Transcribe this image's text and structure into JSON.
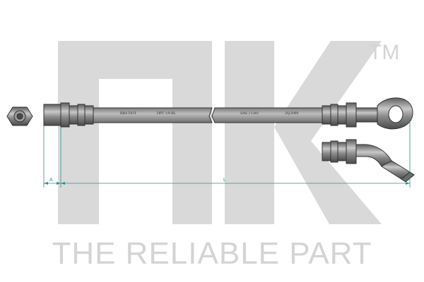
{
  "brand": {
    "logo_text": "nk",
    "trademark": "TM",
    "tagline": "THE RELIABLE PART"
  },
  "hose_markings": [
    {
      "id": "marking-1",
      "text": "BBS DOT"
    },
    {
      "id": "marking-2",
      "text": "DPT 1/8 BL"
    },
    {
      "id": "marking-3",
      "text": "SAE J 1401"
    },
    {
      "id": "marking-4",
      "text": "2Q/2009"
    }
  ],
  "dimensions": {
    "a_label": "A",
    "l_label": "L"
  },
  "colors": {
    "watermark": "#d9d9d9",
    "hose": "#9e9e9e",
    "fitting": "#7a7a7a",
    "dimension_line": "#2e8f8a"
  }
}
